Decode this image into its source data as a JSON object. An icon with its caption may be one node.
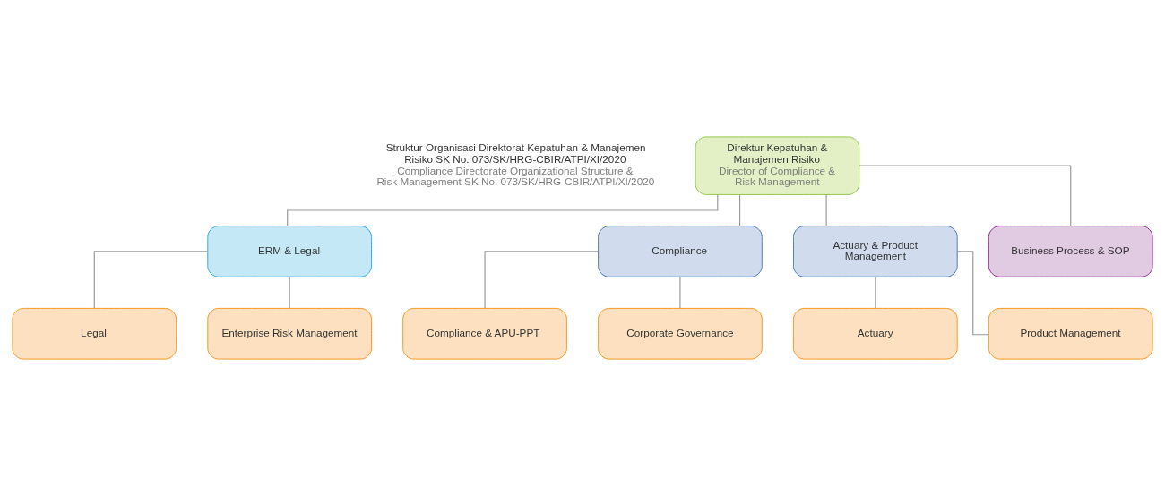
{
  "diagram": {
    "nodes": [
      {
        "text": [
          "Direktur Kepatuhan & Manajemen Risiko",
          "Director of Compliance & Risk Management"
        ]
      },
      {
        "text": [
          "ERM & Legal"
        ]
      },
      {
        "text": [
          "Compliance"
        ]
      },
      {
        "text": [
          "Actuary & Product Management"
        ]
      },
      {
        "text": [
          "Business Process & SOP"
        ]
      },
      {
        "text": [
          "Legal"
        ]
      },
      {
        "text": [
          "Enterprise Risk Management"
        ]
      },
      {
        "text": [
          "Compliance & APU-PPT"
        ]
      },
      {
        "text": [
          "Corporate Governance"
        ]
      },
      {
        "text": [
          "Actuary"
        ]
      },
      {
        "text": [
          "Product Management"
        ]
      }
    ],
    "edges": [
      {
        "from": 0,
        "to": 1,
        "arrow": "none"
      },
      {
        "from": 0,
        "to": 2,
        "arrow": "none"
      },
      {
        "from": 0,
        "to": 3,
        "arrow": "none"
      },
      {
        "from": 0,
        "to": 4,
        "arrow": "none"
      },
      {
        "from": 1,
        "to": 5,
        "arrow": "none"
      },
      {
        "from": 1,
        "to": 6,
        "arrow": "none"
      },
      {
        "from": 2,
        "to": 7,
        "arrow": "none"
      },
      {
        "from": 2,
        "to": 8,
        "arrow": "none"
      },
      {
        "from": 3,
        "to": 9,
        "arrow": "none"
      },
      {
        "from": 3,
        "to": 10,
        "arrow": "none"
      }
    ],
    "labels": [
      "Struktur Organisasi Direktorat Kepatuhan & Manajemen Risiko SK No. 073/SK/HRG-CBIR/ATPI/XI/2020",
      "Compliance Directorate Organizational Structure & Risk Management SK No. 073/SK/HRG-CBIR/ATPI/XI/2020"
    ]
  }
}
